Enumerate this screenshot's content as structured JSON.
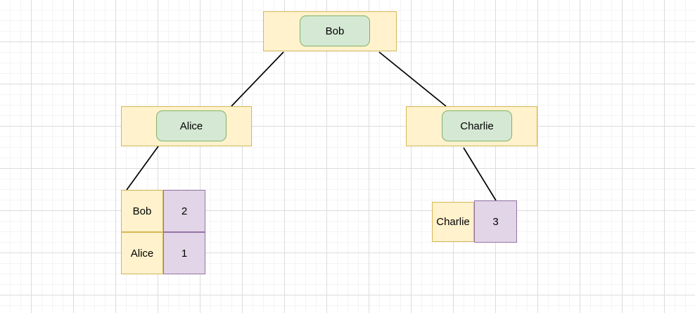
{
  "colors": {
    "bg": "#ffffff",
    "grid-minor": "#f4f4f4",
    "grid-major": "#dcdcdc",
    "node-fill": "#fff2cc",
    "node-stroke": "#d6b656",
    "label-fill": "#d5e8d4",
    "label-stroke": "#82b366",
    "value-fill": "#e1d5e7",
    "value-stroke": "#9673a6",
    "edge": "#000000",
    "text": "#000000"
  },
  "tree": {
    "root": {
      "label": "Bob"
    },
    "children": [
      {
        "label": "Alice"
      },
      {
        "label": "Charlie"
      }
    ]
  },
  "tables": {
    "alice": {
      "rows": [
        {
          "key": "Bob",
          "value": "2"
        },
        {
          "key": "Alice",
          "value": "1"
        }
      ]
    },
    "charlie": {
      "rows": [
        {
          "key": "Charlie",
          "value": "3"
        }
      ]
    }
  }
}
